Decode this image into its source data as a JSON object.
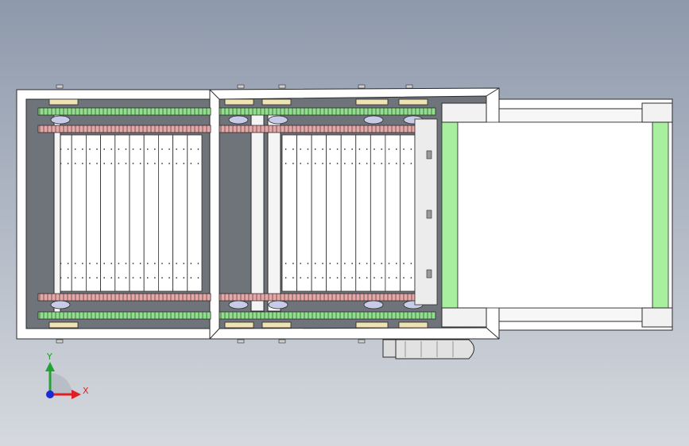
{
  "triad": {
    "x_label": "X",
    "y_label": "Y",
    "colors": {
      "x": "#e01e24",
      "y": "#22a334",
      "z": "#1b2bd8"
    }
  },
  "palette": {
    "outline": "#2b2b2b",
    "frame_fill": "#ffffff",
    "cavity": "#6e7479",
    "slat": "#ffffff",
    "chain_green": "#8fe08a",
    "chain_pink": "#e7a7a6",
    "pad_tan": "#efe2b3",
    "roller_green": "#a8f0a0"
  },
  "slat_counts": {
    "left_module": 10,
    "right_module": 9
  }
}
